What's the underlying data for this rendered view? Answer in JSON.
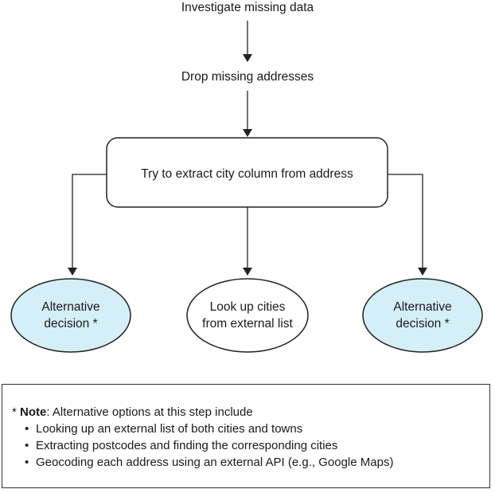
{
  "nodes": {
    "step1": "Investigate missing data",
    "step2": "Drop missing addresses",
    "step3": "Try to extract city column from address",
    "left": {
      "line1": "Alternative",
      "line2": "decision *"
    },
    "middle": {
      "line1": "Look up cities",
      "line2": "from external list"
    },
    "right": {
      "line1": "Alternative",
      "line2": "decision *"
    }
  },
  "note": {
    "asterisk": "* ",
    "label": "Note",
    "intro": ": Alternative options at this step include",
    "bullet": "•",
    "items": [
      "Looking up an external list of both cities and towns",
      "Extracting postcodes and finding the corresponding cities",
      "Geocoding each address using an external API (e.g., Google Maps)"
    ]
  },
  "colors": {
    "alternative_fill": "#d4eff7",
    "plain_fill": "#ffffff",
    "stroke": "#222222"
  }
}
